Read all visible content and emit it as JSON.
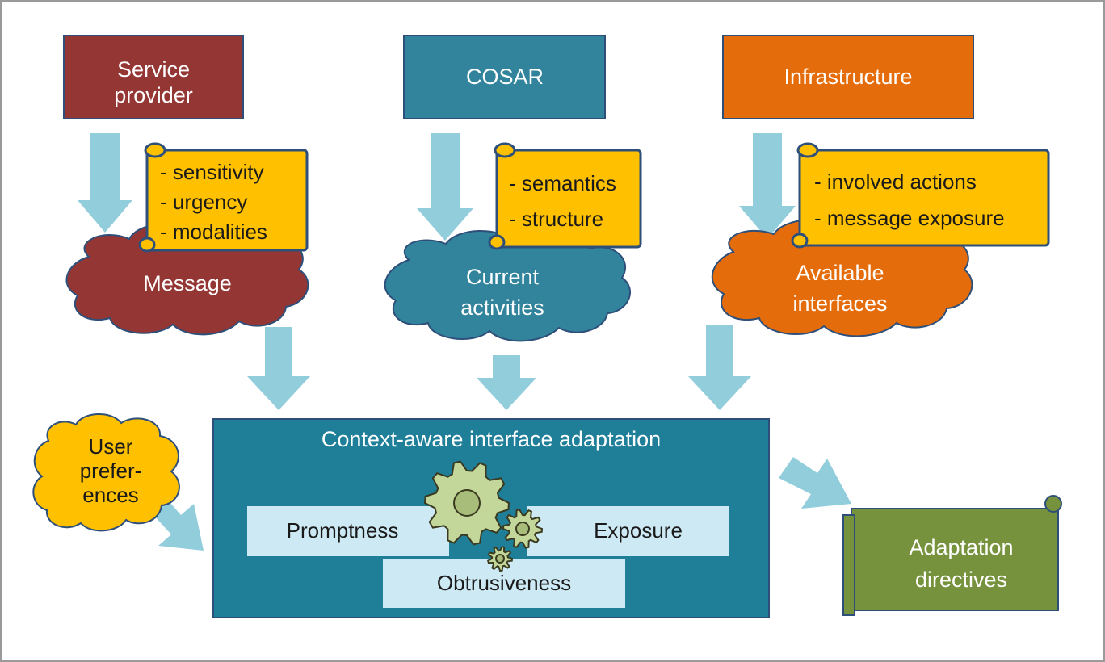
{
  "sources": {
    "service_provider": "Service\nprovider",
    "cosar": "COSAR",
    "infrastructure": "Infrastructure"
  },
  "scrolls": {
    "message_attrs": [
      "- sensitivity",
      "- urgency",
      "- modalities"
    ],
    "activity_attrs": [
      "- semantics",
      "- structure"
    ],
    "interface_attrs": [
      "- involved actions",
      "- message exposure"
    ]
  },
  "clouds": {
    "message": "Message",
    "current_activities": "Current\nactivities",
    "available_interfaces": "Available\ninterfaces",
    "user_preferences": "User\nprefer-\nences"
  },
  "adaptation": {
    "title": "Context-aware interface adaptation",
    "promptness": "Promptness",
    "exposure": "Exposure",
    "obtrusiveness": "Obtrusiveness"
  },
  "output": {
    "directives": "Adaptation\ndirectives"
  },
  "colors": {
    "service_provider": "#943634",
    "cosar": "#31849b",
    "infrastructure": "#e46c0a",
    "scroll": "#ffc000",
    "scroll_edge": "#2e4f7a",
    "arrow": "#92cddc",
    "adaptation_box": "#1f7f99",
    "sub_box": "#cde9f3",
    "gear": "#c4d79b",
    "directives": "#76923c",
    "user_prefs": "#ffc000"
  }
}
